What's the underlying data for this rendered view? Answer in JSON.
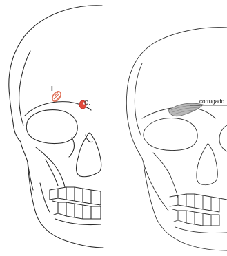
{
  "figure": {
    "left_panel": {
      "label_insertion": "I",
      "label_origin": "O."
    },
    "right_panel": {
      "muscle_label": "corrugado"
    },
    "colors": {
      "outline": "#2b2b2b",
      "insertion_marker": "#e0735a",
      "origin_marker": "#e24a3c",
      "muscle_fill": "#9a9a9a"
    }
  }
}
